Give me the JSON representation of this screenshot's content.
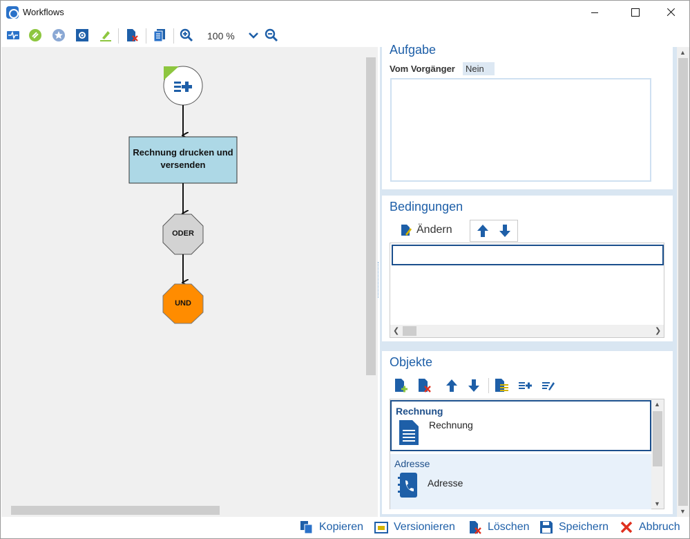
{
  "window": {
    "title": "Workflows"
  },
  "toolbar": {
    "zoom_level": "100 %",
    "icons": [
      "pulse-icon",
      "link-icon",
      "star-icon",
      "settings-icon",
      "highlight-icon",
      "delete-doc-icon",
      "copy-doc-icon",
      "zoom-in-icon",
      "zoom-dropdown-icon",
      "zoom-out-icon"
    ]
  },
  "diagram": {
    "task_label_line1": "Rechnung drucken und",
    "task_label_line2": "versenden",
    "oder_label": "ODER",
    "und_label": "UND"
  },
  "aufgabe": {
    "title": "Aufgabe",
    "vom_vorgaenger_label": "Vom Vorgänger",
    "vom_vorgaenger_value": "Nein"
  },
  "bedingungen": {
    "title": "Bedingungen",
    "aendern_label": "Ändern"
  },
  "objekte": {
    "title": "Objekte",
    "items": [
      {
        "head": "Rechnung",
        "sub": "Rechnung"
      },
      {
        "head": "Adresse",
        "sub": "Adresse"
      }
    ]
  },
  "bottom": {
    "kopieren": "Kopieren",
    "versionieren": "Versionieren",
    "loeschen": "Löschen",
    "speichern": "Speichern",
    "abbruch": "Abbruch"
  },
  "colors": {
    "accent": "#1e5fa8",
    "task_fill": "#add8e6",
    "oder_fill": "#d3d3d3",
    "und_fill": "#ff8c00",
    "start_marker": "#8dc63f"
  }
}
